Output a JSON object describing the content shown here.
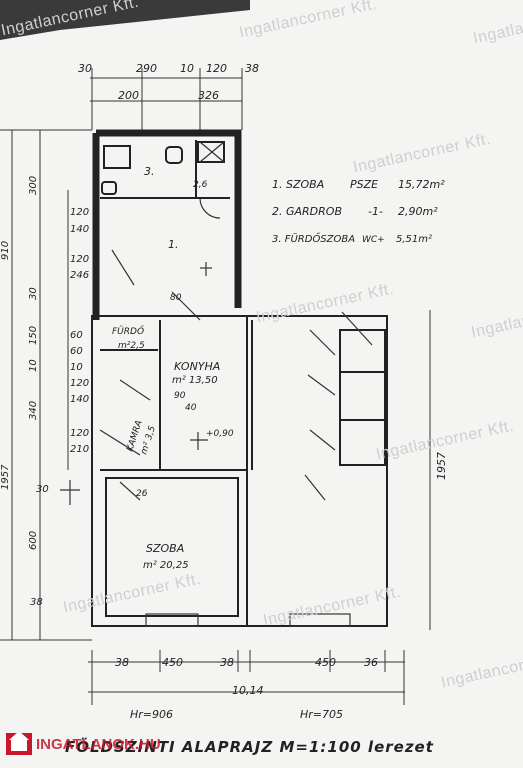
{
  "watermark": "Ingatlancorner Kft.",
  "logo": "INGATLANOK.HU",
  "legend": [
    {
      "label": "1. SZOBA",
      "extra": "PSZE",
      "value": "15,72m²"
    },
    {
      "label": "2. GARDROB",
      "extra": "-1-",
      "value": "2,90m²"
    },
    {
      "label": "3. FÜRDŐSZOBA",
      "extra": "WC+",
      "value": "5,51m²"
    }
  ],
  "top_dims": [
    "30",
    "290",
    "10",
    "120",
    "38"
  ],
  "top_dims2": [
    "200",
    "326"
  ],
  "left_dims": [
    "120",
    "140",
    "120",
    "246",
    "60",
    "60",
    "10",
    "120",
    "140",
    "120",
    "210",
    "30",
    "38"
  ],
  "left_vertical": [
    "300",
    "910",
    "30",
    "150",
    "10",
    "340",
    "1957",
    "600"
  ],
  "right_dim": "1957",
  "bottom_dims": [
    "38",
    "450",
    "38",
    "450",
    "36"
  ],
  "bottom_total": "10,14",
  "bottom_notes": [
    "Hr=906",
    "Hr=705"
  ],
  "rooms": {
    "r1": "1.",
    "r3": "3.",
    "r3_area": "2,6",
    "furdo": "FÜRDŐ",
    "furdo_area": "m²2,5",
    "konyha": "KONYHA",
    "konyha_area": "m² 13,50",
    "kamra": "KAMRA",
    "kamra_area": "m² 3,5",
    "szoba": "SZOBA",
    "szoba_area": "m² 20,25",
    "h90": "90",
    "h40": "40",
    "h040": "+0,90",
    "h26": "26",
    "h80": "80"
  },
  "title": "FÖLDSZINTI ALAPRAJZ M=1:100 lerezet"
}
